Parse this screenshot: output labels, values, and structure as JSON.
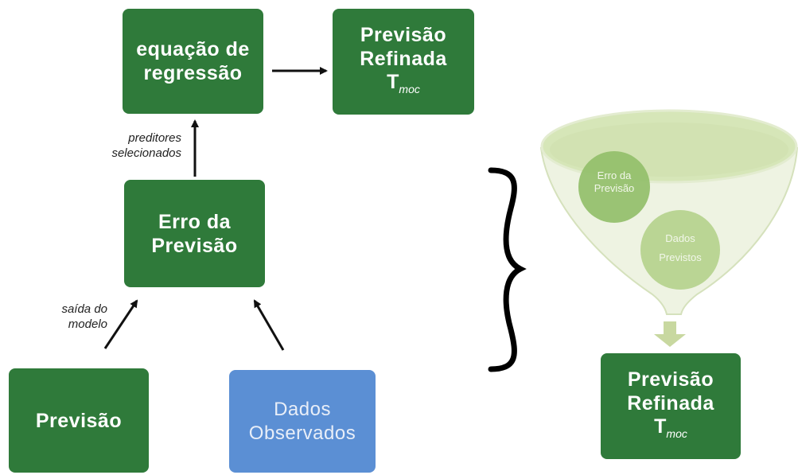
{
  "boxes": {
    "regression": {
      "line1": "equação de",
      "line2": "regressão"
    },
    "refined_top": {
      "line1": "Previsão",
      "line2": "Refinada",
      "symbol": "T",
      "subscript": "moc"
    },
    "forecast_error": {
      "line1": "Erro da",
      "line2": "Previsão"
    },
    "forecast": {
      "label": "Previsão"
    },
    "observed": {
      "line1": "Dados",
      "line2": "Observados"
    },
    "refined_right": {
      "line1": "Previsão",
      "line2": "Refinada",
      "symbol": "T",
      "subscript": "moc"
    }
  },
  "labels": {
    "predictors": {
      "line1": "preditores",
      "line2": "selecionados"
    },
    "model_output": {
      "line1": "saída do",
      "line2": "modelo"
    }
  },
  "funnel": {
    "circle1": {
      "line1": "Erro da",
      "line2": "Previsão"
    },
    "circle2": {
      "line1": "Dados",
      "line2": "Previstos"
    }
  },
  "colors": {
    "box_green": "#2f7a3a",
    "box_blue": "#5b8fd4",
    "funnel_light_green": "#d6e6b8",
    "circle_green": "#93bf6a"
  }
}
